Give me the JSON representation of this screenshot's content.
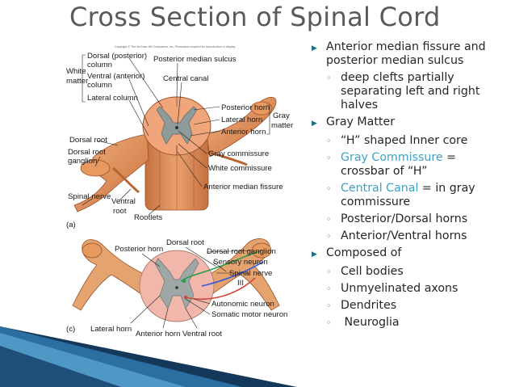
{
  "slide": {
    "title": "Cross Section of Spinal Cord"
  },
  "bullets": [
    {
      "text": "Anterior median fissure and posterior median sulcus",
      "children": [
        {
          "text": "deep clefts partially separating left and right halves"
        }
      ]
    },
    {
      "text": "Gray Matter",
      "children": [
        {
          "text": "“H” shaped Inner core"
        },
        {
          "highlight": "Gray Commissure",
          "rest": " = crossbar of “H”"
        },
        {
          "highlight": "Central Canal",
          "rest": " = in gray commissure"
        },
        {
          "text": "Posterior/Dorsal horns"
        },
        {
          "text": "Anterior/Ventral horns"
        }
      ]
    },
    {
      "text": "Composed of",
      "children": [
        {
          "text": "Cell bodies"
        },
        {
          "text": "Unmyelinated axons"
        },
        {
          "text": "Dendrites"
        },
        {
          "text": " Neuroglia"
        }
      ]
    }
  ],
  "figure": {
    "copyright": "Copyright © The McGraw-Hill Companies, Inc. Permission required for reproduction or display.",
    "panel_a": {
      "tag": "(a)",
      "labels": {
        "white_matter_1": "White",
        "white_matter_2": "matter",
        "dorsal_column_1": "Dorsal (posterior)",
        "dorsal_column_2": "column",
        "ventral_column_1": "Ventral (anterior)",
        "ventral_column_2": "column",
        "lateral_column": "Lateral column",
        "posterior_median_sulcus": "Posterior median sulcus",
        "central_canal": "Central canal",
        "posterior_horn": "Posterior horn",
        "lateral_horn": "Lateral horn",
        "anterior_horn": "Anterior horn",
        "gray_matter_1": "Gray",
        "gray_matter_2": "matter",
        "gray_commissure": "Gray commissure",
        "white_commissure": "White commissure",
        "anterior_median_fissure": "Anterior median fissure",
        "dorsal_root": "Dorsal root",
        "dorsal_root_ganglion_1": "Dorsal root",
        "dorsal_root_ganglion_2": "ganglion",
        "spinal_nerve": "Spinal nerve",
        "ventral_root_1": "Ventral",
        "ventral_root_2": "root",
        "rootlets": "Rootlets"
      }
    },
    "panel_c": {
      "tag": "(c)",
      "labels": {
        "posterior_horn": "Posterior horn",
        "dorsal_root": "Dorsal root",
        "dorsal_root_ganglion": "Dorsal root ganglion",
        "sensory_neuron": "Sensory neuron",
        "spinal_nerve": "Spinal nerve",
        "roman": "III",
        "autonomic_neuron": "Autonomic neuron",
        "somatic_motor_neuron": "Somatic motor neuron",
        "lateral_horn": "Lateral horn",
        "anterior_horn": "Anterior horn",
        "ventral_root": "Ventral root"
      }
    }
  },
  "colors": {
    "title": "#5a5a5a",
    "accent": "#3e9fc4",
    "bullet_marker": "#1e6e8a",
    "nerve_orange": "#d98a55",
    "gray_matter": "#8f9a9a",
    "cord_pink": "#f1b7ab",
    "wedge_dark": "#14385a",
    "wedge_light": "#3a86b4"
  }
}
